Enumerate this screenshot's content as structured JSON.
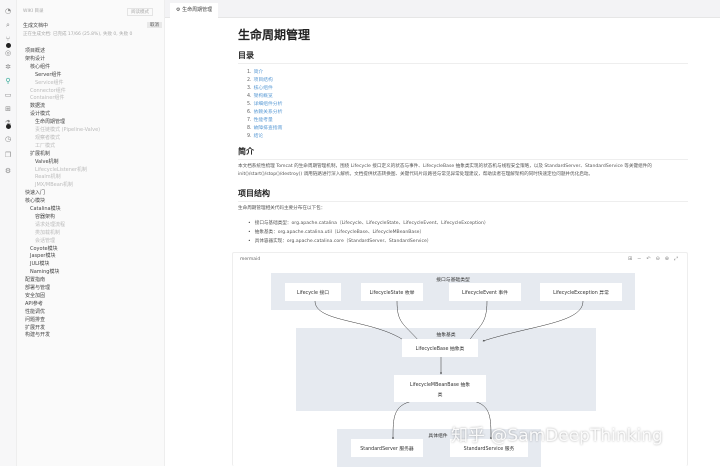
{
  "rail": {
    "icons": [
      "logo-icon",
      "search-icon",
      "git-icon",
      "target-icon",
      "star-icon",
      "tool-icon",
      "preview-icon",
      "grid-icon",
      "flask-icon",
      "history-icon",
      "copy-icon",
      "settings-icon"
    ]
  },
  "sidebar": {
    "workspace": "WIKI 目录",
    "mode": "阅读模式",
    "doc_title": "生成文档中",
    "doc_status": "正在生成文档: 已完成 17/66 (25.8%), 失败 0, 失败 0",
    "stop": "取消",
    "items": [
      {
        "label": "项目概述",
        "lvl": 0,
        "f": 0
      },
      {
        "label": "架构设计",
        "lvl": 0,
        "f": 0
      },
      {
        "label": "核心组件",
        "lvl": 1,
        "f": 0
      },
      {
        "label": "Server组件",
        "lvl": 2,
        "f": 0
      },
      {
        "label": "Service组件",
        "lvl": 2,
        "f": 1
      },
      {
        "label": "Connector组件",
        "lvl": 1,
        "f": 1
      },
      {
        "label": "Container组件",
        "lvl": 1,
        "f": 1
      },
      {
        "label": "数据流",
        "lvl": 1,
        "f": 0
      },
      {
        "label": "设计模式",
        "lvl": 1,
        "f": 0
      },
      {
        "label": "生命周期管理",
        "lvl": 2,
        "f": 0
      },
      {
        "label": "责任链模式 (Pipeline-Valve)",
        "lvl": 2,
        "f": 1
      },
      {
        "label": "观察者模式",
        "lvl": 2,
        "f": 1
      },
      {
        "label": "工厂模式",
        "lvl": 2,
        "f": 1
      },
      {
        "label": "扩展机制",
        "lvl": 1,
        "f": 0
      },
      {
        "label": "Valve机制",
        "lvl": 2,
        "f": 0
      },
      {
        "label": "LifecycleListener机制",
        "lvl": 2,
        "f": 1
      },
      {
        "label": "Realm机制",
        "lvl": 2,
        "f": 1
      },
      {
        "label": "JMX/MBean机制",
        "lvl": 2,
        "f": 1
      },
      {
        "label": "快速入门",
        "lvl": 0,
        "f": 0
      },
      {
        "label": "核心模块",
        "lvl": 0,
        "f": 0
      },
      {
        "label": "Catalina模块",
        "lvl": 1,
        "f": 0
      },
      {
        "label": "容器架构",
        "lvl": 2,
        "f": 0
      },
      {
        "label": "请求处理流程",
        "lvl": 2,
        "f": 1
      },
      {
        "label": "类加载机制",
        "lvl": 2,
        "f": 1
      },
      {
        "label": "会话管理",
        "lvl": 2,
        "f": 1
      },
      {
        "label": "Coyote模块",
        "lvl": 1,
        "f": 0
      },
      {
        "label": "Jasper模块",
        "lvl": 1,
        "f": 0
      },
      {
        "label": "JULI模块",
        "lvl": 1,
        "f": 0
      },
      {
        "label": "Naming模块",
        "lvl": 1,
        "f": 0
      },
      {
        "label": "配置指南",
        "lvl": 0,
        "f": 0
      },
      {
        "label": "部署与管理",
        "lvl": 0,
        "f": 0
      },
      {
        "label": "安全加固",
        "lvl": 0,
        "f": 0
      },
      {
        "label": "API参考",
        "lvl": 0,
        "f": 0
      },
      {
        "label": "性能调优",
        "lvl": 0,
        "f": 0
      },
      {
        "label": "问题排查",
        "lvl": 0,
        "f": 0
      },
      {
        "label": "扩展开发",
        "lvl": 0,
        "f": 0
      },
      {
        "label": "构建与开发",
        "lvl": 0,
        "f": 0
      }
    ]
  },
  "tab": {
    "label": "生命周期管理"
  },
  "doc": {
    "title": "生命周期管理",
    "toc_title": "目录",
    "toc": [
      "简介",
      "项目结构",
      "核心组件",
      "架构概览",
      "详细组件分析",
      "依赖关系分析",
      "性能考量",
      "故障排查指南",
      "结论"
    ],
    "intro_title": "简介",
    "intro": "本文档系统性梳理 Tomcat 的生命周期管理机制，围绕 Lifecycle 接口定义的状态与事件、LifecycleBase 抽象类实现的状态机与线程安全策略，以及 StandardServer、StandardService 等关键组件的 init()/start()/stop()/destroy() 调用链路进行深入解析。文档提供状态转换图、关键代码片段路径与常见异常处理建议，帮助读者在理解架构的同时快速定位问题并优化启动。",
    "struct_title": "项目结构",
    "struct_intro": "生命周期管理相关代码主要分布在以下包：",
    "bullets": [
      "接口与基础类型：org.apache.catalina（Lifecycle、LifecycleState、LifecycleEvent、LifecycleException）",
      "抽象基类：org.apache.catalina.util（LifecycleBase、LifecycleMBeanBase）",
      "具体容器实现：org.apache.catalina.core（StandardServer、StandardService）"
    ]
  },
  "diagram": {
    "label": "mermaid",
    "tools": [
      "fit-icon",
      "minus-icon",
      "undo-icon",
      "zoom-out-icon",
      "zoom-in-icon",
      "fullscreen-icon"
    ],
    "groups": [
      "接口与基础类型",
      "抽象基类",
      "具体组件"
    ],
    "nodes": [
      "Lifecycle 接口",
      "LifecycleState 枚举",
      "LifecycleEvent 事件",
      "LifecycleException 异常",
      "LifecycleBase 抽象类",
      "LifecycleMBeanBase 抽象",
      "类",
      "StandardServer 服务器",
      "StandardService 服务"
    ]
  },
  "watermark": "知乎 @SamDeepThinking",
  "colors": {
    "link": "#5b9bd5",
    "group_bg": "#e6eaf0"
  }
}
